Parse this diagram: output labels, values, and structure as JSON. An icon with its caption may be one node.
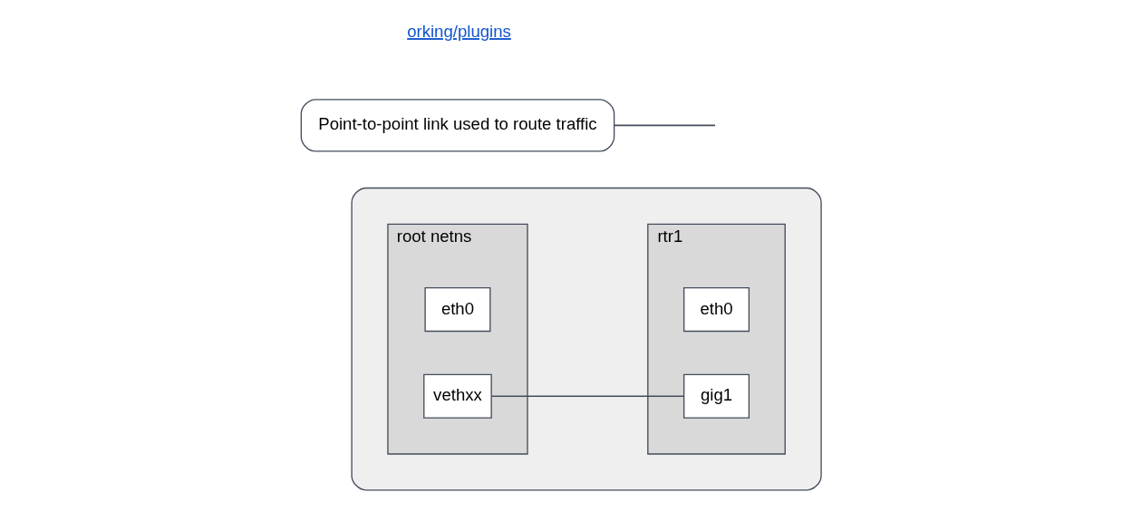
{
  "diagram": {
    "nodes": [
      {
        "text": [],
        "shape": "box"
      },
      {
        "text": [
          "root netns"
        ],
        "in": 0
      },
      {
        "text": [
          "eth0"
        ],
        "in": 1
      },
      {
        "text": [
          "vethxx"
        ],
        "in": 1
      },
      {
        "text": [
          "rtr1"
        ],
        "in": 0
      },
      {
        "text": [
          "eth0"
        ],
        "in": 4
      },
      {
        "text": [
          "gig1"
        ],
        "in": 4
      },
      {
        "text": [
          "Point-to-point link used to route traffic"
        ]
      }
    ],
    "edges": [
      {
        "from": 3,
        "to": 6,
        "arrow": "none"
      },
      {
        "from": 7,
        "to": null,
        "arrow": "none"
      }
    ],
    "labels": [
      "orking/plugins"
    ]
  }
}
